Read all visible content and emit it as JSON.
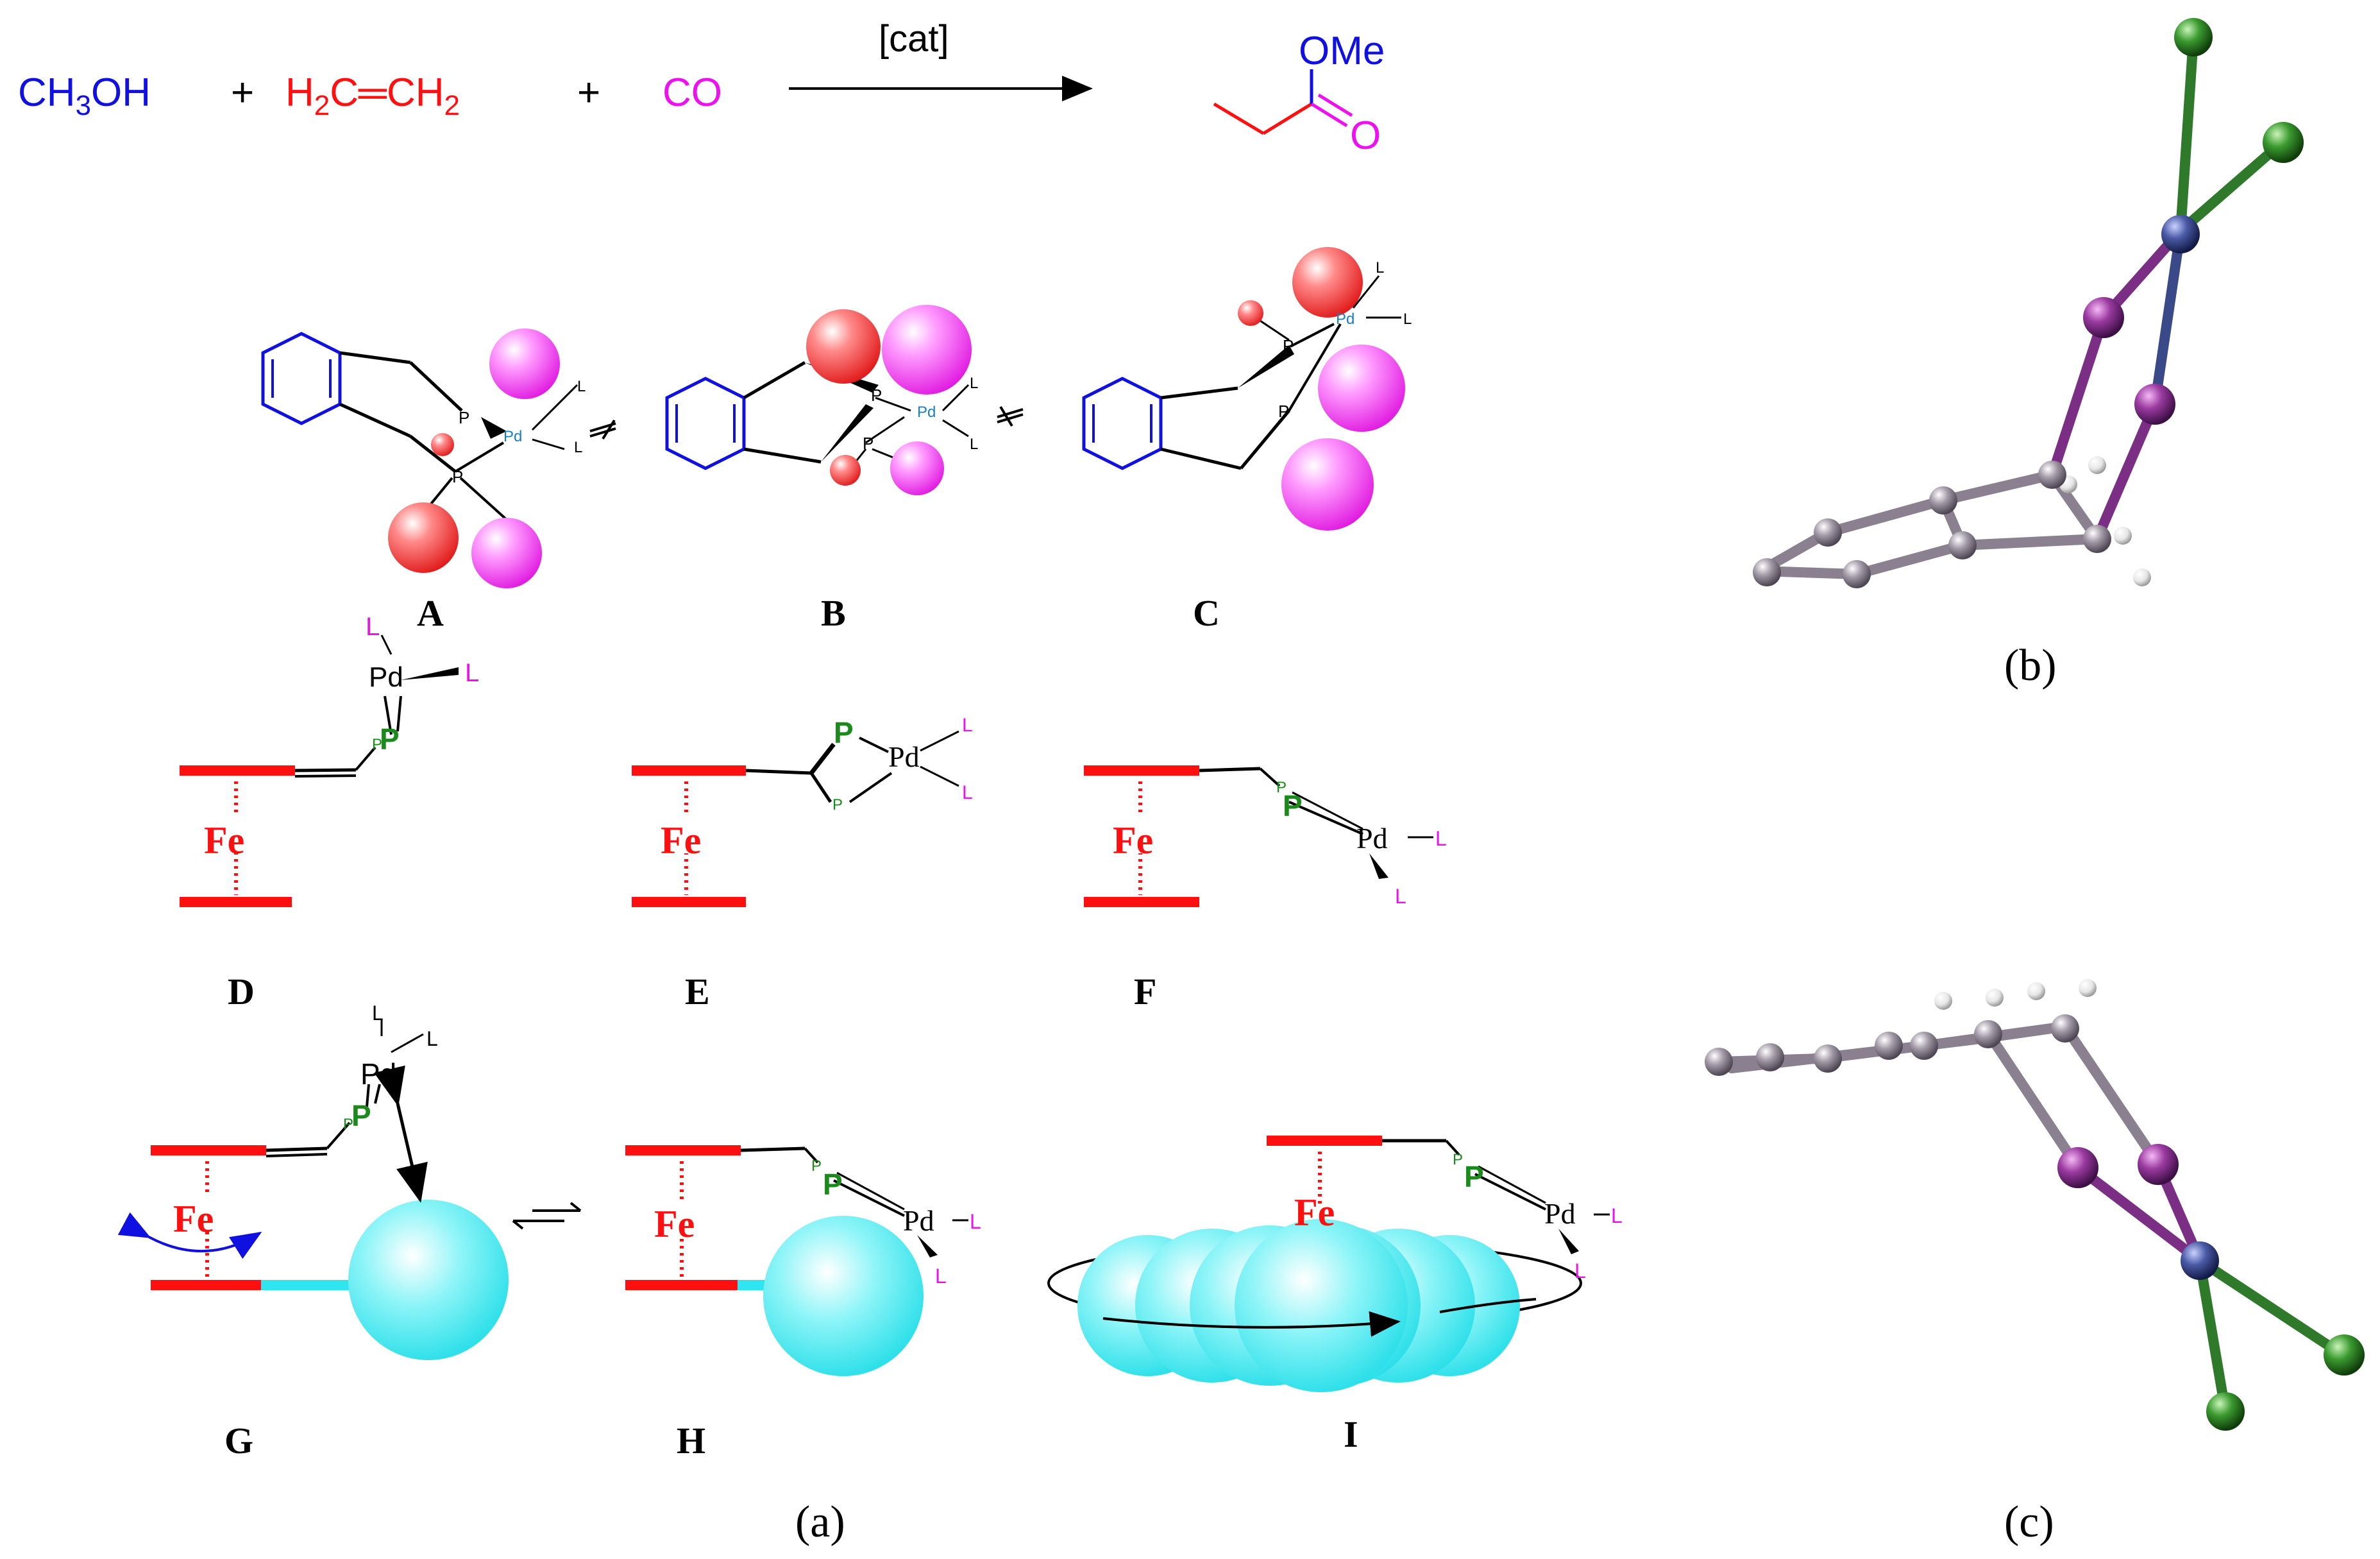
{
  "reaction": {
    "methanol": "CH3OH",
    "plus_1": "+",
    "ethylene": "H2C=CH2",
    "plus_2": "+",
    "carbon_monoxide": "CO",
    "catalyst": "[cat]",
    "product_ome": "OMe",
    "product_o": "O"
  },
  "panel_a": {
    "structures": [
      {
        "label": "A"
      },
      {
        "label": "B"
      },
      {
        "label": "C"
      },
      {
        "label": "D"
      },
      {
        "label": "E"
      },
      {
        "label": "F"
      },
      {
        "label": "G"
      },
      {
        "label": "H"
      },
      {
        "label": "I"
      }
    ],
    "atoms": {
      "P": "P",
      "Pd": "Pd",
      "L": "L",
      "Fe": "Fe"
    },
    "caption": "(a)"
  },
  "panel_b": {
    "caption": "(b)"
  },
  "panel_c": {
    "caption": "(c)"
  },
  "colors": {
    "blue": "#1010e0",
    "red": "#ff1010",
    "magenta": "#ee10ee",
    "green": "#1a8a1a",
    "teal": "#1a7fbf",
    "cyan": "#2fe6f0",
    "black": "#000000",
    "sphere_red": "#ff4a4a",
    "sphere_magenta": "#f24af2",
    "ball_grey": "#8a8090",
    "ball_purple": "#7a2f85",
    "ball_navy": "#3a4a88",
    "ball_green": "#2f7a2a",
    "ball_white": "#e8e8e8"
  }
}
